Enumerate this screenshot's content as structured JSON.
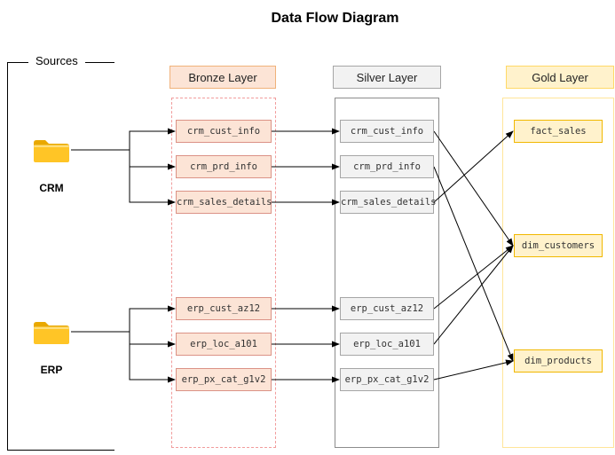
{
  "title": "Data Flow Diagram",
  "sources": {
    "label": "Sources",
    "items": [
      {
        "id": "src_crm",
        "label": "CRM",
        "icon": "folder-icon"
      },
      {
        "id": "src_erp",
        "label": "ERP",
        "icon": "folder-icon"
      }
    ]
  },
  "layers": {
    "bronze": {
      "header": "Bronze Layer",
      "nodes": [
        {
          "id": "b_crm_cust_info",
          "label": "crm_cust_info"
        },
        {
          "id": "b_crm_prd_info",
          "label": "crm_prd_info"
        },
        {
          "id": "b_crm_sales_details",
          "label": "crm_sales_details"
        },
        {
          "id": "b_erp_cust_az12",
          "label": "erp_cust_az12"
        },
        {
          "id": "b_erp_loc_a101",
          "label": "erp_loc_a101"
        },
        {
          "id": "b_erp_px_cat_g1v2",
          "label": "erp_px_cat_g1v2"
        }
      ]
    },
    "silver": {
      "header": "Silver Layer",
      "nodes": [
        {
          "id": "s_crm_cust_info",
          "label": "crm_cust_info"
        },
        {
          "id": "s_crm_prd_info",
          "label": "crm_prd_info"
        },
        {
          "id": "s_crm_sales_details",
          "label": "crm_sales_details"
        },
        {
          "id": "s_erp_cust_az12",
          "label": "erp_cust_az12"
        },
        {
          "id": "s_erp_loc_a101",
          "label": "erp_loc_a101"
        },
        {
          "id": "s_erp_px_cat_g1v2",
          "label": "erp_px_cat_g1v2"
        }
      ]
    },
    "gold": {
      "header": "Gold Layer",
      "nodes": [
        {
          "id": "g_fact_sales",
          "label": "fact_sales"
        },
        {
          "id": "g_dim_customers",
          "label": "dim_customers"
        },
        {
          "id": "g_dim_products",
          "label": "dim_products"
        }
      ]
    }
  },
  "edges": [
    {
      "from": "src_crm",
      "to": "b_crm_cust_info",
      "type": "elbow"
    },
    {
      "from": "src_crm",
      "to": "b_crm_prd_info",
      "type": "elbow"
    },
    {
      "from": "src_crm",
      "to": "b_crm_sales_details",
      "type": "elbow"
    },
    {
      "from": "src_erp",
      "to": "b_erp_cust_az12",
      "type": "elbow"
    },
    {
      "from": "src_erp",
      "to": "b_erp_loc_a101",
      "type": "elbow"
    },
    {
      "from": "src_erp",
      "to": "b_erp_px_cat_g1v2",
      "type": "elbow"
    },
    {
      "from": "b_crm_cust_info",
      "to": "s_crm_cust_info",
      "type": "straight"
    },
    {
      "from": "b_crm_prd_info",
      "to": "s_crm_prd_info",
      "type": "straight"
    },
    {
      "from": "b_crm_sales_details",
      "to": "s_crm_sales_details",
      "type": "straight"
    },
    {
      "from": "b_erp_cust_az12",
      "to": "s_erp_cust_az12",
      "type": "straight"
    },
    {
      "from": "b_erp_loc_a101",
      "to": "s_erp_loc_a101",
      "type": "straight"
    },
    {
      "from": "b_erp_px_cat_g1v2",
      "to": "s_erp_px_cat_g1v2",
      "type": "straight"
    },
    {
      "from": "s_crm_cust_info",
      "to": "g_dim_customers",
      "type": "straight"
    },
    {
      "from": "s_crm_prd_info",
      "to": "g_dim_products",
      "type": "straight"
    },
    {
      "from": "s_crm_sales_details",
      "to": "g_fact_sales",
      "type": "straight"
    },
    {
      "from": "s_erp_cust_az12",
      "to": "g_dim_customers",
      "type": "straight"
    },
    {
      "from": "s_erp_loc_a101",
      "to": "g_dim_customers",
      "type": "straight"
    },
    {
      "from": "s_erp_px_cat_g1v2",
      "to": "g_dim_products",
      "type": "straight"
    }
  ],
  "colors": {
    "bronze_fill": "#FCE4D6",
    "bronze_node_border": "#DB9286",
    "bronze_col_border": "#F19C9C",
    "bronze_header_border": "#F0B27A",
    "silver_fill": "#F2F2F2",
    "silver_node_border": "#A6A6A6",
    "silver_col_border": "#8C8C8C",
    "silver_header_border": "#A6A6A6",
    "gold_fill": "#FFF2CC",
    "gold_node_border": "#F1B800",
    "gold_col_border": "#FFE599",
    "gold_header_border": "#FFD966",
    "edge": "#000000"
  }
}
